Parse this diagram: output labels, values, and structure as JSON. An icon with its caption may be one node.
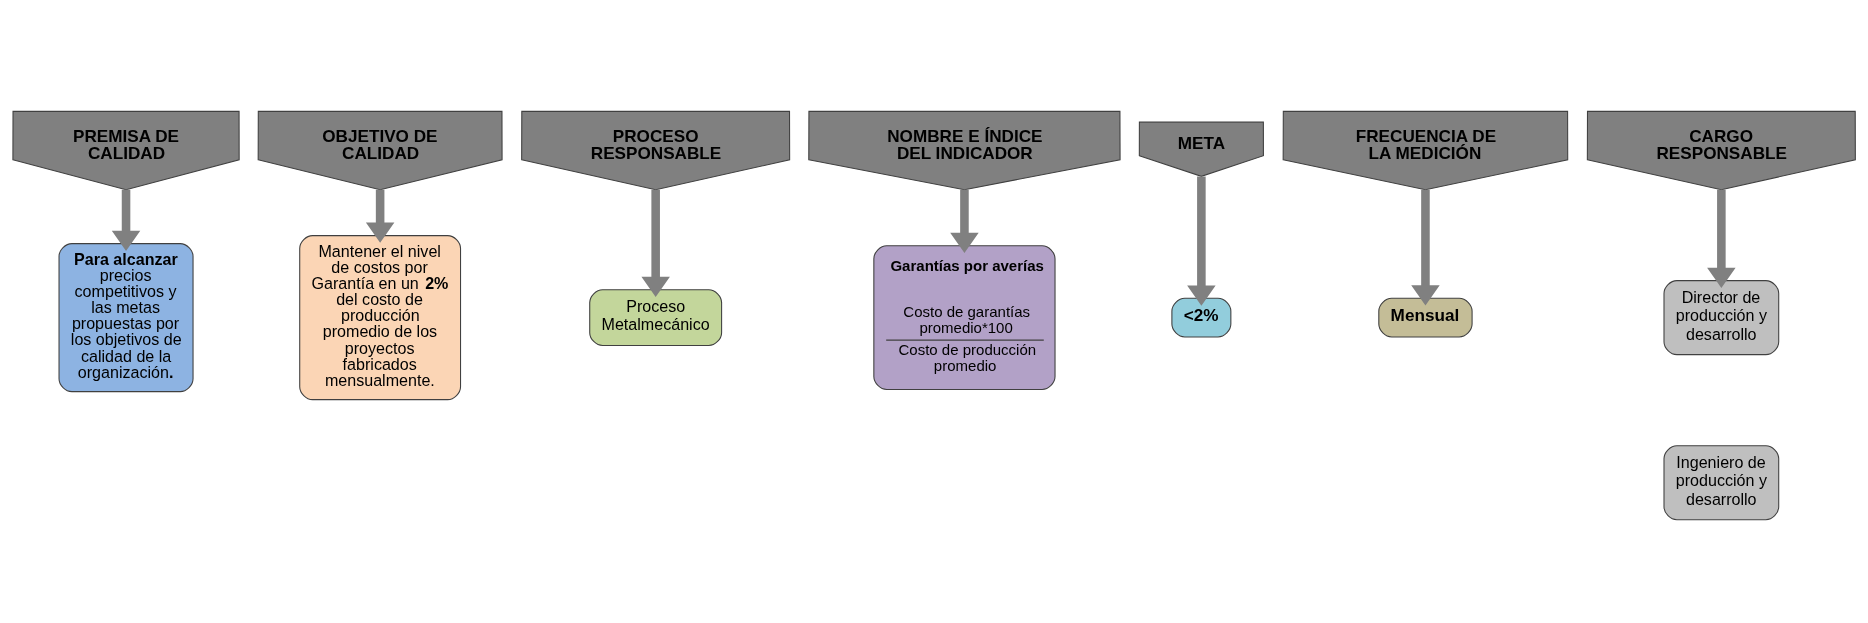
{
  "diagram": {
    "nodes": [
      {
        "text": [
          "PREMISA DE CALIDAD"
        ]
      },
      {
        "text": [
          "OBJETIVO DE CALIDAD"
        ]
      },
      {
        "text": [
          "PROCESO RESPONSABLE"
        ]
      },
      {
        "text": [
          "NOMBRE E ÍNDICE DEL INDICADOR"
        ]
      },
      {
        "text": [
          "META"
        ]
      },
      {
        "text": [
          "FRECUENCIA DE LA MEDICIÓN"
        ]
      },
      {
        "text": [
          "CARGO RESPONSABLE"
        ]
      },
      {
        "text": [
          "**Para alcanzar precios competitivos y las metas propuestas por los objetivos de calidad de la organización**."
        ]
      },
      {
        "text": [
          "Mantener el nivel de costos por Garantía en un **2%** del costo de producción promedio de los proyectos fabricados mensualmente."
        ]
      },
      {
        "text": [
          "Proceso Metalmecánico"
        ]
      },
      {
        "text": [
          "Garantías por averías",
          "Costo de garantías promedio*100",
          "Costo de producción promedio"
        ]
      },
      {
        "text": [
          "<2%"
        ]
      },
      {
        "text": [
          "Mensual"
        ]
      },
      {
        "text": [
          "Director de producción y desarrollo"
        ]
      },
      {
        "text": [
          "Ingeniero de producción y desarrollo"
        ]
      }
    ],
    "edges": [
      {
        "from": 0,
        "to": 7,
        "arrow": "to"
      },
      {
        "from": 1,
        "to": 8,
        "arrow": "to"
      },
      {
        "from": 2,
        "to": 9,
        "arrow": "to"
      },
      {
        "from": 3,
        "to": 10,
        "arrow": "to"
      },
      {
        "from": 4,
        "to": 11,
        "arrow": "to"
      },
      {
        "from": 5,
        "to": 12,
        "arrow": "to"
      },
      {
        "from": 6,
        "to": 13,
        "arrow": "to"
      }
    ]
  }
}
